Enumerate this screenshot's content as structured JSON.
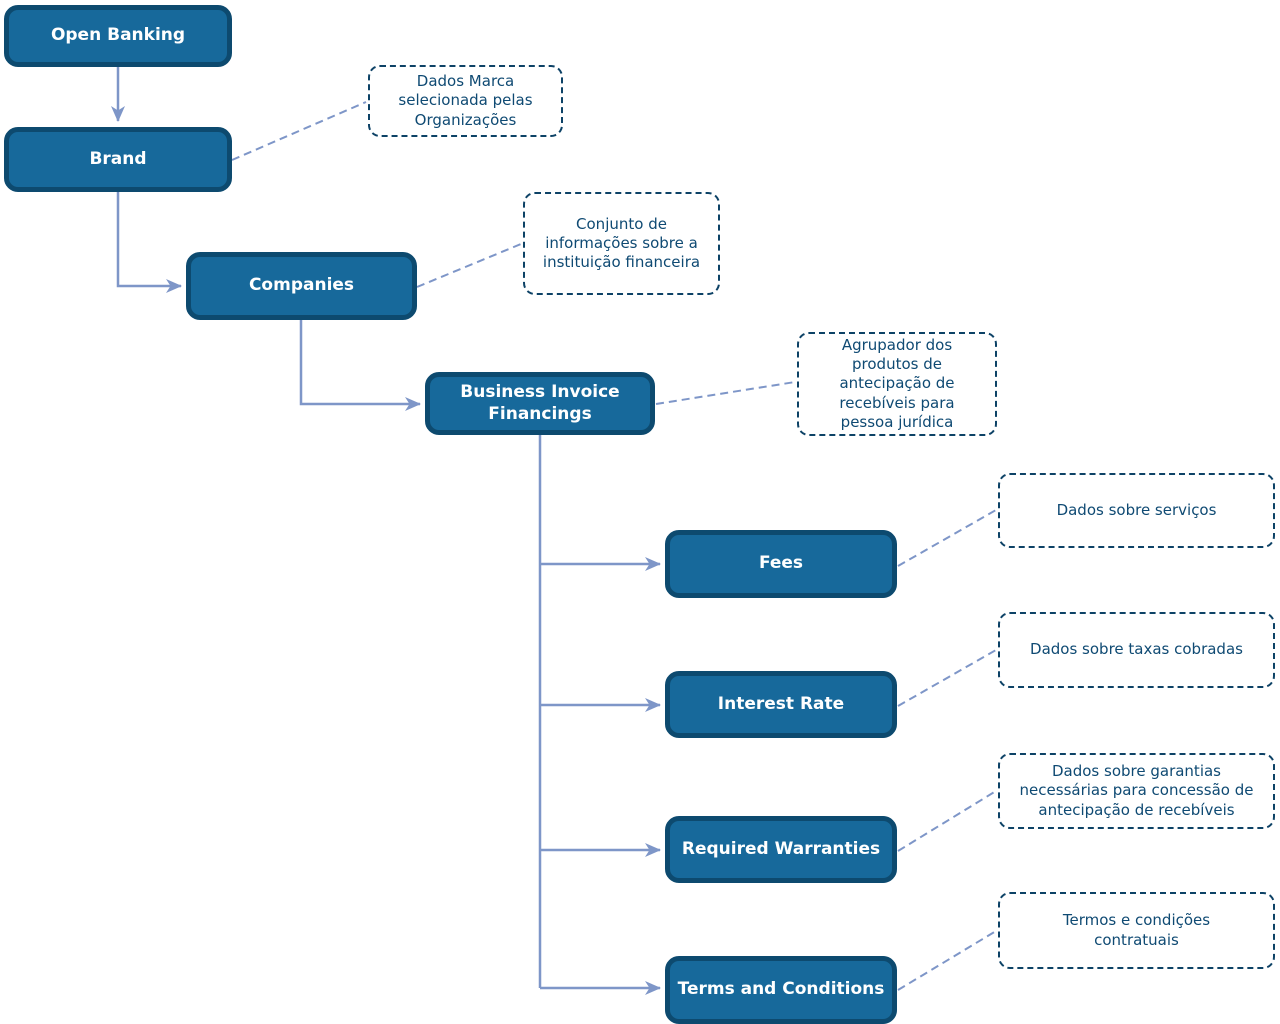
{
  "diagram": {
    "nodes": [
      {
        "id": "open-banking",
        "label": "Open Banking"
      },
      {
        "id": "brand",
        "label": "Brand"
      },
      {
        "id": "companies",
        "label": "Companies"
      },
      {
        "id": "business-invoice-financings",
        "label": "Business Invoice Financings"
      },
      {
        "id": "fees",
        "label": "Fees"
      },
      {
        "id": "interest-rate",
        "label": "Interest Rate"
      },
      {
        "id": "required-warranties",
        "label": "Required Warranties"
      },
      {
        "id": "terms-and-conditions",
        "label": "Terms and Conditions"
      }
    ],
    "notes": [
      {
        "for": "brand",
        "text": "Dados Marca selecionada pelas Organizações"
      },
      {
        "for": "companies",
        "text": "Conjunto de informações sobre a instituição financeira"
      },
      {
        "for": "business-invoice-financings",
        "text": "Agrupador dos produtos de antecipação de recebíveis para pessoa jurídica"
      },
      {
        "for": "fees",
        "text": "Dados sobre serviços"
      },
      {
        "for": "interest-rate",
        "text": "Dados sobre taxas cobradas"
      },
      {
        "for": "required-warranties",
        "text": "Dados sobre garantias necessárias para concessão de antecipação de recebíveis"
      },
      {
        "for": "terms-and-conditions",
        "text": "Termos e condições contratuais"
      }
    ],
    "colors": {
      "node_fill": "#17699B",
      "node_border": "#0D4A6F",
      "node_text": "#FFFFFF",
      "note_border": "#0D4266",
      "note_text": "#0F4A73",
      "connector": "#7E96C8"
    }
  }
}
